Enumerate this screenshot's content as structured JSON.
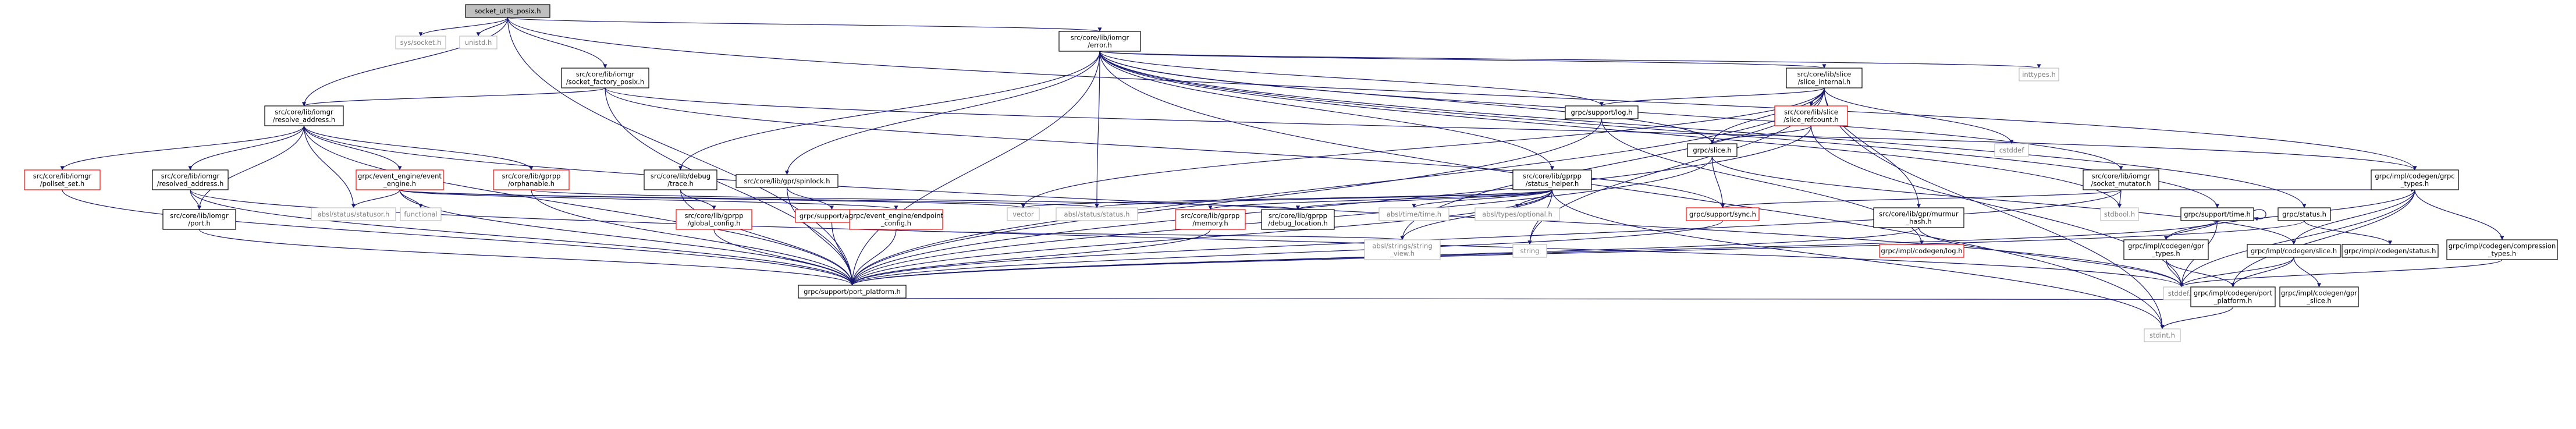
{
  "diagram": {
    "title": "",
    "colors": {
      "edge": "#191970",
      "root_fill": "#bfbfbf",
      "normal_fill": "#ffffff",
      "normal_stroke": "#000000",
      "plain_stroke": "#bfbfbf",
      "red_stroke": "#ff0000",
      "plain_text": "#808080"
    },
    "nodes": [
      {
        "id": "socket_utils_posix",
        "lines": [
          "socket_utils_posix.h"
        ],
        "style": "root"
      },
      {
        "id": "sys_socket",
        "lines": [
          "sys/socket.h"
        ],
        "style": "plain"
      },
      {
        "id": "unistd",
        "lines": [
          "unistd.h"
        ],
        "style": "plain"
      },
      {
        "id": "error",
        "lines": [
          "src/core/lib/iomgr",
          "/error.h"
        ],
        "style": "normal"
      },
      {
        "id": "socket_factory_posix",
        "lines": [
          "src/core/lib/iomgr",
          "/socket_factory_posix.h"
        ],
        "style": "normal"
      },
      {
        "id": "resolve_address",
        "lines": [
          "src/core/lib/iomgr",
          "/resolve_address.h"
        ],
        "style": "normal"
      },
      {
        "id": "pollset_set",
        "lines": [
          "src/core/lib/iomgr",
          "/pollset_set.h"
        ],
        "style": "red"
      },
      {
        "id": "resolved_address",
        "lines": [
          "src/core/lib/iomgr",
          "/resolved_address.h"
        ],
        "style": "normal"
      },
      {
        "id": "port",
        "lines": [
          "src/core/lib/iomgr",
          "/port.h"
        ],
        "style": "normal"
      },
      {
        "id": "event_engine",
        "lines": [
          "grpc/event_engine/event",
          "_engine.h"
        ],
        "style": "red"
      },
      {
        "id": "orphanable",
        "lines": [
          "src/core/lib/gprpp",
          "/orphanable.h"
        ],
        "style": "red"
      },
      {
        "id": "statusor",
        "lines": [
          "absl/status/statusor.h"
        ],
        "style": "plain"
      },
      {
        "id": "functional",
        "lines": [
          "functional"
        ],
        "style": "plain"
      },
      {
        "id": "debug_trace",
        "lines": [
          "src/core/lib/debug",
          "/trace.h"
        ],
        "style": "normal"
      },
      {
        "id": "global_config",
        "lines": [
          "src/core/lib/gprpp",
          "/global_config.h"
        ],
        "style": "red"
      },
      {
        "id": "spinlock",
        "lines": [
          "src/core/lib/gpr/spinlock.h"
        ],
        "style": "normal"
      },
      {
        "id": "atm",
        "lines": [
          "grpc/support/atm.h"
        ],
        "style": "red"
      },
      {
        "id": "endpoint_config",
        "lines": [
          "grpc/event_engine/endpoint",
          "_config.h"
        ],
        "style": "red"
      },
      {
        "id": "vector",
        "lines": [
          "vector"
        ],
        "style": "plain"
      },
      {
        "id": "status_helper",
        "lines": [
          "src/core/lib/gprpp",
          "/status_helper.h"
        ],
        "style": "normal"
      },
      {
        "id": "absl_status",
        "lines": [
          "absl/status/status.h"
        ],
        "style": "plain"
      },
      {
        "id": "gprpp_memory",
        "lines": [
          "src/core/lib/gprpp",
          "/memory.h"
        ],
        "style": "red"
      },
      {
        "id": "debug_location",
        "lines": [
          "src/core/lib/gprpp",
          "/debug_location.h"
        ],
        "style": "normal"
      },
      {
        "id": "absl_time",
        "lines": [
          "absl/time/time.h"
        ],
        "style": "plain"
      },
      {
        "id": "absl_optional",
        "lines": [
          "absl/types/optional.h"
        ],
        "style": "plain"
      },
      {
        "id": "port_platform",
        "lines": [
          "grpc/support/port_platform.h"
        ],
        "style": "normal"
      },
      {
        "id": "slice_internal",
        "lines": [
          "src/core/lib/slice",
          "/slice_internal.h"
        ],
        "style": "normal"
      },
      {
        "id": "support_log",
        "lines": [
          "grpc/support/log.h"
        ],
        "style": "normal"
      },
      {
        "id": "slice_refcount",
        "lines": [
          "src/core/lib/slice",
          "/slice_refcount.h"
        ],
        "style": "red"
      },
      {
        "id": "grpc_slice",
        "lines": [
          "grpc/slice.h"
        ],
        "style": "normal"
      },
      {
        "id": "support_sync",
        "lines": [
          "grpc/support/sync.h"
        ],
        "style": "red"
      },
      {
        "id": "murmur_hash",
        "lines": [
          "src/core/lib/gpr/murmur",
          "_hash.h"
        ],
        "style": "normal"
      },
      {
        "id": "cstddef",
        "lines": [
          "cstddef"
        ],
        "style": "plain"
      },
      {
        "id": "inttypes",
        "lines": [
          "inttypes.h"
        ],
        "style": "plain"
      },
      {
        "id": "socket_mutator",
        "lines": [
          "src/core/lib/iomgr",
          "/socket_mutator.h"
        ],
        "style": "normal"
      },
      {
        "id": "stdbool",
        "lines": [
          "stdbool.h"
        ],
        "style": "plain"
      },
      {
        "id": "support_time",
        "lines": [
          "grpc/support/time.h"
        ],
        "style": "normal"
      },
      {
        "id": "grpc_status",
        "lines": [
          "grpc/status.h"
        ],
        "style": "normal"
      },
      {
        "id": "grpc_types",
        "lines": [
          "grpc/impl/codegen/grpc",
          "_types.h"
        ],
        "style": "normal"
      },
      {
        "id": "codegen_status",
        "lines": [
          "grpc/impl/codegen/status.h"
        ],
        "style": "normal"
      },
      {
        "id": "compression_types",
        "lines": [
          "grpc/impl/codegen/compression",
          "_types.h"
        ],
        "style": "normal"
      },
      {
        "id": "gpr_types",
        "lines": [
          "grpc/impl/codegen/gpr",
          "_types.h"
        ],
        "style": "normal"
      },
      {
        "id": "codegen_slice",
        "lines": [
          "grpc/impl/codegen/slice.h"
        ],
        "style": "normal"
      },
      {
        "id": "codegen_log",
        "lines": [
          "grpc/impl/codegen/log.h"
        ],
        "style": "red"
      },
      {
        "id": "string_view",
        "lines": [
          "absl/strings/string",
          "_view.h"
        ],
        "style": "plain"
      },
      {
        "id": "string",
        "lines": [
          "string"
        ],
        "style": "plain"
      },
      {
        "id": "stddef",
        "lines": [
          "stddef.h"
        ],
        "style": "plain"
      },
      {
        "id": "gpr_slice",
        "lines": [
          "grpc/impl/codegen/gpr",
          "_slice.h"
        ],
        "style": "normal"
      },
      {
        "id": "codegen_port_platform",
        "lines": [
          "grpc/impl/codegen/port",
          "_platform.h"
        ],
        "style": "normal"
      },
      {
        "id": "stdint",
        "lines": [
          "stdint.h"
        ],
        "style": "plain"
      }
    ],
    "edges": [
      [
        "socket_utils_posix",
        "sys_socket"
      ],
      [
        "socket_utils_posix",
        "unistd"
      ],
      [
        "socket_utils_posix",
        "error"
      ],
      [
        "socket_utils_posix",
        "socket_factory_posix"
      ],
      [
        "socket_utils_posix",
        "resolve_address"
      ],
      [
        "socket_utils_posix",
        "port_platform"
      ],
      [
        "socket_utils_posix",
        "grpc_types"
      ],
      [
        "socket_factory_posix",
        "resolve_address"
      ],
      [
        "socket_factory_posix",
        "port_platform"
      ],
      [
        "socket_factory_posix",
        "support_sync"
      ],
      [
        "socket_factory_posix",
        "grpc_types"
      ],
      [
        "resolve_address",
        "pollset_set"
      ],
      [
        "resolve_address",
        "resolved_address"
      ],
      [
        "resolve_address",
        "port"
      ],
      [
        "resolve_address",
        "event_engine"
      ],
      [
        "resolve_address",
        "orphanable"
      ],
      [
        "resolve_address",
        "statusor"
      ],
      [
        "resolve_address",
        "port_platform"
      ],
      [
        "resolve_address",
        "stddef"
      ],
      [
        "pollset_set",
        "port_platform"
      ],
      [
        "resolved_address",
        "port"
      ],
      [
        "resolved_address",
        "port_platform"
      ],
      [
        "resolved_address",
        "stddef"
      ],
      [
        "port",
        "port_platform"
      ],
      [
        "event_engine",
        "functional"
      ],
      [
        "event_engine",
        "vector"
      ],
      [
        "event_engine",
        "statusor"
      ],
      [
        "event_engine",
        "absl_status"
      ],
      [
        "event_engine",
        "endpoint_config"
      ],
      [
        "event_engine",
        "port_platform"
      ],
      [
        "orphanable",
        "debug_location"
      ],
      [
        "orphanable",
        "port_platform"
      ],
      [
        "error",
        "debug_trace"
      ],
      [
        "error",
        "spinlock"
      ],
      [
        "error",
        "status_helper"
      ],
      [
        "error",
        "slice_internal"
      ],
      [
        "error",
        "support_log"
      ],
      [
        "error",
        "grpc_slice"
      ],
      [
        "error",
        "inttypes"
      ],
      [
        "error",
        "socket_mutator"
      ],
      [
        "error",
        "stdbool"
      ],
      [
        "error",
        "support_time"
      ],
      [
        "error",
        "grpc_status"
      ],
      [
        "error",
        "absl_status"
      ],
      [
        "error",
        "port_platform"
      ],
      [
        "error",
        "stdint"
      ],
      [
        "debug_trace",
        "global_config"
      ],
      [
        "debug_trace",
        "port_platform"
      ],
      [
        "global_config",
        "port_platform"
      ],
      [
        "spinlock",
        "atm"
      ],
      [
        "spinlock",
        "port_platform"
      ],
      [
        "atm",
        "port_platform"
      ],
      [
        "endpoint_config",
        "port_platform"
      ],
      [
        "endpoint_config",
        "string_view"
      ],
      [
        "status_helper",
        "vector"
      ],
      [
        "status_helper",
        "absl_status"
      ],
      [
        "status_helper",
        "gprpp_memory"
      ],
      [
        "status_helper",
        "debug_location"
      ],
      [
        "status_helper",
        "absl_time"
      ],
      [
        "status_helper",
        "absl_optional"
      ],
      [
        "status_helper",
        "string_view"
      ],
      [
        "status_helper",
        "string"
      ],
      [
        "status_helper",
        "port_platform"
      ],
      [
        "status_helper",
        "stdint"
      ],
      [
        "gprpp_memory",
        "port_platform"
      ],
      [
        "slice_internal",
        "slice_refcount"
      ],
      [
        "slice_internal",
        "grpc_slice"
      ],
      [
        "slice_internal",
        "murmur_hash"
      ],
      [
        "slice_internal",
        "cstddef"
      ],
      [
        "slice_internal",
        "support_log"
      ],
      [
        "slice_internal",
        "string_view"
      ],
      [
        "slice_internal",
        "port_platform"
      ],
      [
        "slice_internal",
        "string"
      ],
      [
        "slice_internal",
        "stdint"
      ],
      [
        "slice_internal",
        "vector"
      ],
      [
        "slice_refcount",
        "grpc_slice"
      ],
      [
        "slice_refcount",
        "port_platform"
      ],
      [
        "slice_refcount",
        "stddef"
      ],
      [
        "grpc_slice",
        "support_sync"
      ],
      [
        "grpc_slice",
        "codegen_slice"
      ],
      [
        "grpc_slice",
        "port_platform"
      ],
      [
        "support_log",
        "codegen_log"
      ],
      [
        "support_log",
        "port_platform"
      ],
      [
        "support_sync",
        "port_platform"
      ],
      [
        "murmur_hash",
        "port_platform"
      ],
      [
        "murmur_hash",
        "stddef"
      ],
      [
        "socket_mutator",
        "grpc_types"
      ],
      [
        "socket_mutator",
        "support_sync"
      ],
      [
        "socket_mutator",
        "stdbool"
      ],
      [
        "socket_mutator",
        "port_platform"
      ],
      [
        "support_time",
        "gpr_types"
      ],
      [
        "support_time",
        "port_platform"
      ],
      [
        "support_time",
        "stddef"
      ],
      [
        "support_time",
        "support_time"
      ],
      [
        "grpc_status",
        "codegen_status"
      ],
      [
        "grpc_status",
        "port_platform"
      ],
      [
        "grpc_types",
        "compression_types"
      ],
      [
        "grpc_types",
        "gpr_types"
      ],
      [
        "grpc_types",
        "codegen_slice"
      ],
      [
        "grpc_types",
        "codegen_port_platform"
      ],
      [
        "grpc_types",
        "stddef"
      ],
      [
        "compression_types",
        "stddef"
      ],
      [
        "gpr_types",
        "codegen_port_platform"
      ],
      [
        "gpr_types",
        "stddef"
      ],
      [
        "codegen_slice",
        "gpr_slice"
      ],
      [
        "codegen_slice",
        "codegen_port_platform"
      ],
      [
        "codegen_slice",
        "stddef"
      ],
      [
        "port_platform",
        "stddef"
      ],
      [
        "codegen_port_platform",
        "stdint"
      ]
    ]
  }
}
